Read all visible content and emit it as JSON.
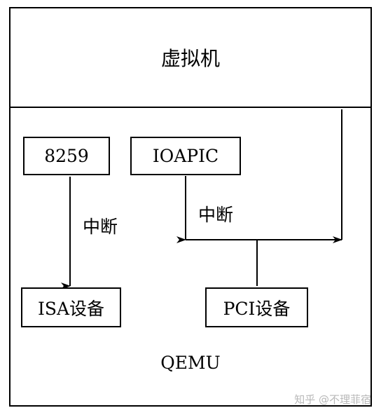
{
  "vm": {
    "label": "虚拟机"
  },
  "qemu": {
    "label": "QEMU"
  },
  "nodes": {
    "pic8259": "8259",
    "ioapic": "IOAPIC",
    "isa": "ISA设备",
    "pci": "PCI设备"
  },
  "edges": {
    "isa_interrupt": "中断",
    "pci_interrupt": "中断"
  },
  "watermark": "知乎 @不理菲宿"
}
